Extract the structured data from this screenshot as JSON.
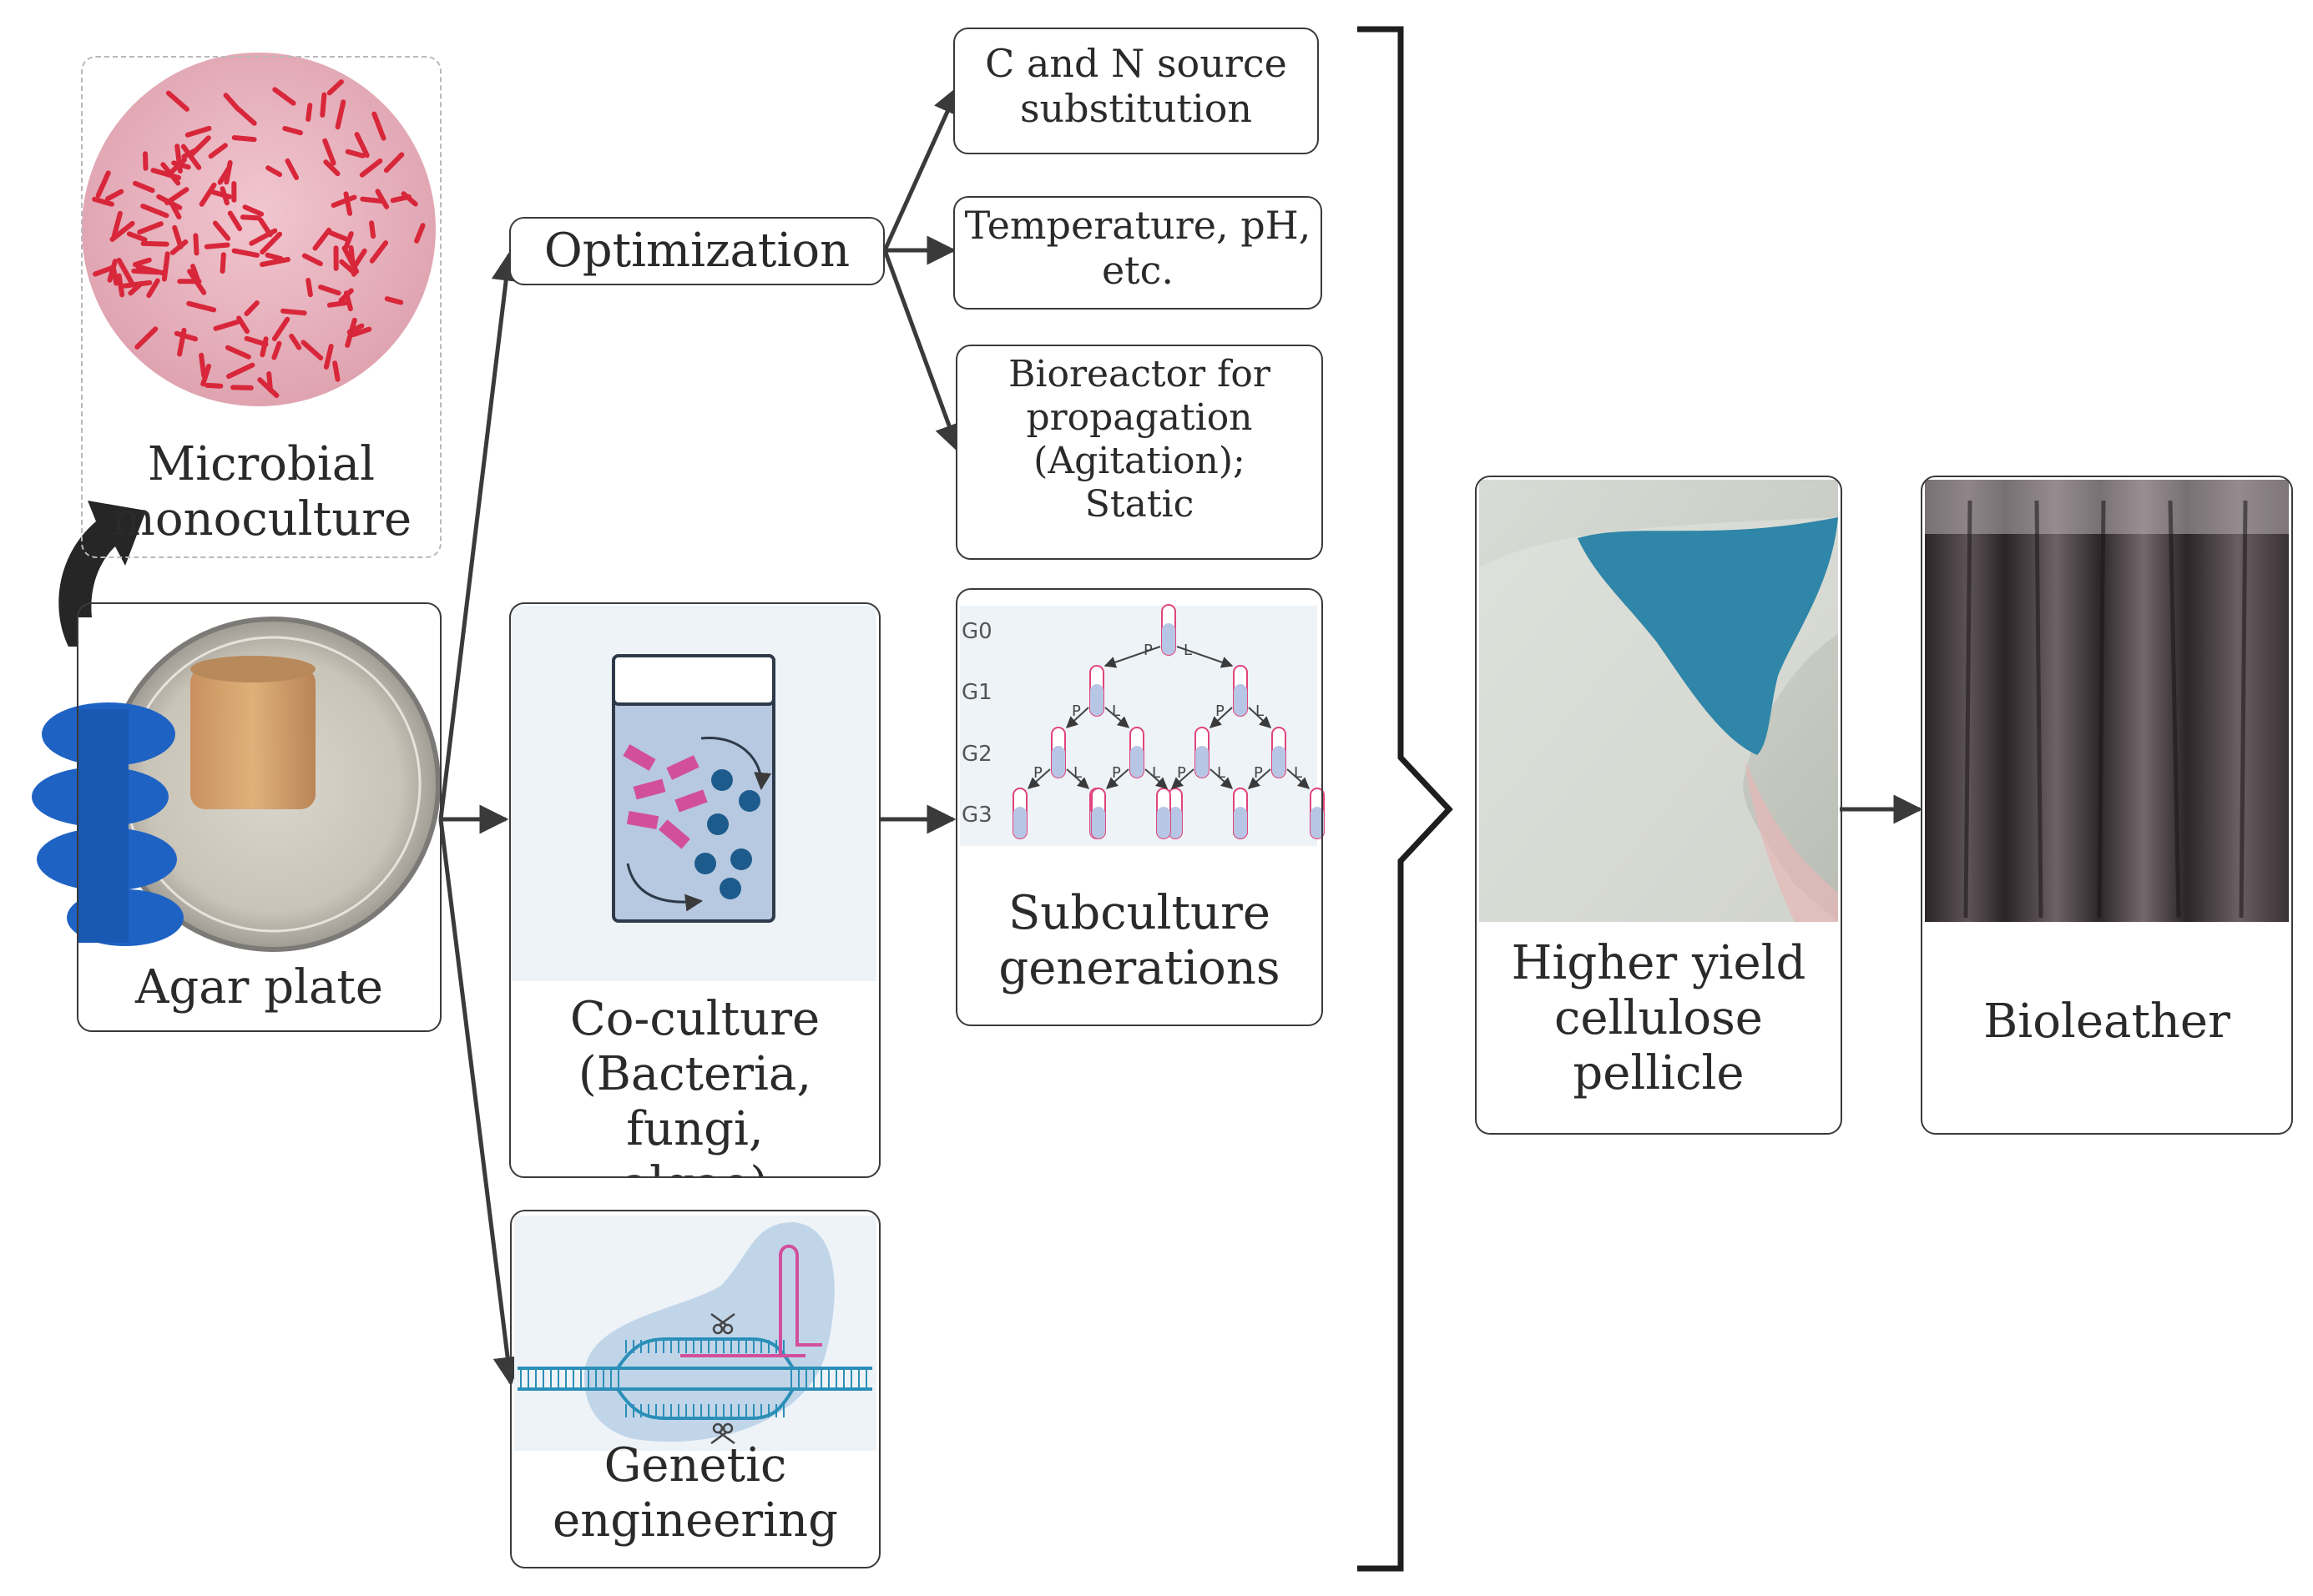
{
  "nodes": {
    "monoculture": {
      "lines": [
        "Microbial",
        "monoculture"
      ]
    },
    "agar": {
      "label": "Agar plate"
    },
    "optimization": {
      "label": "Optimization"
    },
    "cn": {
      "lines": [
        "C and N source",
        "substitution"
      ]
    },
    "temp": {
      "lines": [
        "Temperature, pH,",
        "etc."
      ]
    },
    "bioreactor": {
      "lines": [
        "Bioreactor for",
        "propagation",
        "(Agitation);",
        "Static"
      ]
    },
    "coculture": {
      "lines": [
        "Co-culture",
        "(Bacteria, fungi,",
        "algae)"
      ]
    },
    "subculture": {
      "lines": [
        "Subculture",
        "generations"
      ]
    },
    "genetic": {
      "lines": [
        "Genetic",
        "engineering"
      ]
    },
    "pellicle": {
      "lines": [
        "Higher yield",
        "cellulose",
        "pellicle"
      ]
    },
    "bioleather": {
      "label": "Bioleather"
    }
  },
  "generation_labels": [
    "G0",
    "G1",
    "G2",
    "G3"
  ],
  "branch_labels": {
    "p": "P",
    "l": "L"
  },
  "colors": {
    "line": "#3a3a3a",
    "panel_bg": "#eef3f8",
    "tube_pink": "#e0447a",
    "tube_blue": "#b8c6e6",
    "bacteria_red": "#d8273a",
    "slide_pink": "#e8b4bf",
    "dna_teal": "#2b8fb8",
    "crispr_pink": "#d24f9c",
    "pellicle_blue": "#2f86a8",
    "leather_dark": "#3a3236"
  }
}
